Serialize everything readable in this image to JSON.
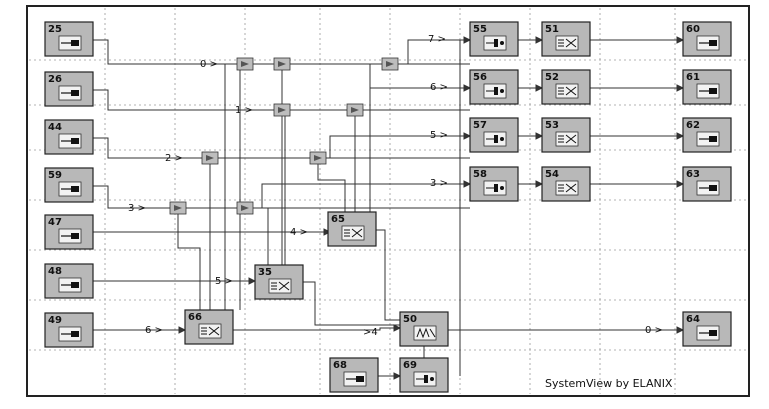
{
  "diagram": {
    "footer": "SystemView by ELANIX",
    "blocks": [
      {
        "id": "b25",
        "label": "25",
        "glyph": "source"
      },
      {
        "id": "b26",
        "label": "26",
        "glyph": "source"
      },
      {
        "id": "b44",
        "label": "44",
        "glyph": "source"
      },
      {
        "id": "b59",
        "label": "59",
        "glyph": "source"
      },
      {
        "id": "b47",
        "label": "47",
        "glyph": "source"
      },
      {
        "id": "b48",
        "label": "48",
        "glyph": "source"
      },
      {
        "id": "b49",
        "label": "49",
        "glyph": "source"
      },
      {
        "id": "b66",
        "label": "66",
        "glyph": "mixer"
      },
      {
        "id": "b35",
        "label": "35",
        "glyph": "mixer"
      },
      {
        "id": "b65",
        "label": "65",
        "glyph": "mixer"
      },
      {
        "id": "b55",
        "label": "55",
        "glyph": "pulse"
      },
      {
        "id": "b56",
        "label": "56",
        "glyph": "pulse"
      },
      {
        "id": "b57",
        "label": "57",
        "glyph": "pulse"
      },
      {
        "id": "b58",
        "label": "58",
        "glyph": "pulse"
      },
      {
        "id": "b51",
        "label": "51",
        "glyph": "mixer"
      },
      {
        "id": "b52",
        "label": "52",
        "glyph": "mixer"
      },
      {
        "id": "b53",
        "label": "53",
        "glyph": "mixer"
      },
      {
        "id": "b54",
        "label": "54",
        "glyph": "mixer"
      },
      {
        "id": "b60",
        "label": "60",
        "glyph": "sink"
      },
      {
        "id": "b61",
        "label": "61",
        "glyph": "sink"
      },
      {
        "id": "b62",
        "label": "62",
        "glyph": "sink"
      },
      {
        "id": "b63",
        "label": "63",
        "glyph": "sink"
      },
      {
        "id": "b64",
        "label": "64",
        "glyph": "sink"
      },
      {
        "id": "b50",
        "label": "50",
        "glyph": "dmux"
      },
      {
        "id": "b68",
        "label": "68",
        "glyph": "source"
      },
      {
        "id": "b69",
        "label": "69",
        "glyph": "pulse"
      }
    ],
    "port_labels": [
      "0 >",
      "1 >",
      "2 >",
      "3 >",
      "4 >",
      "5 >",
      "6 >",
      "7 >",
      "6 >",
      "5 >",
      "3 >",
      "0 >",
      ">4"
    ]
  }
}
